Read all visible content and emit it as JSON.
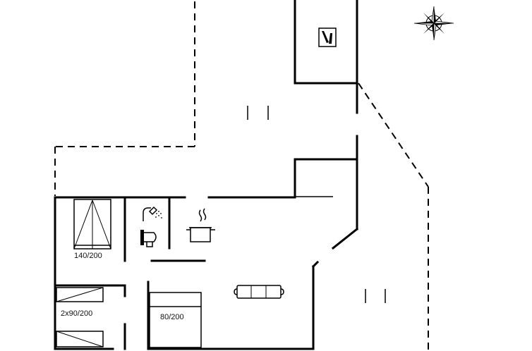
{
  "floor_plan": {
    "rooms": [
      {
        "kind": "bedroom",
        "bed_label": "140/200"
      },
      {
        "kind": "bedroom",
        "bed_label": "2x90/200"
      },
      {
        "kind": "bedroom",
        "bed_label": "80/200"
      },
      {
        "kind": "bathroom",
        "fixtures": [
          "shower-icon",
          "toilet-icon"
        ]
      },
      {
        "kind": "kitchen",
        "fixtures": [
          "cooking-pot-icon"
        ]
      },
      {
        "kind": "living-room",
        "fixtures": [
          "sofa-icon"
        ]
      },
      {
        "kind": "utility",
        "fixtures": [
          "wine-bottles-icon"
        ]
      }
    ],
    "compass": "compass-rose-icon",
    "line_color": "#000000",
    "background_color": "#ffffff"
  }
}
